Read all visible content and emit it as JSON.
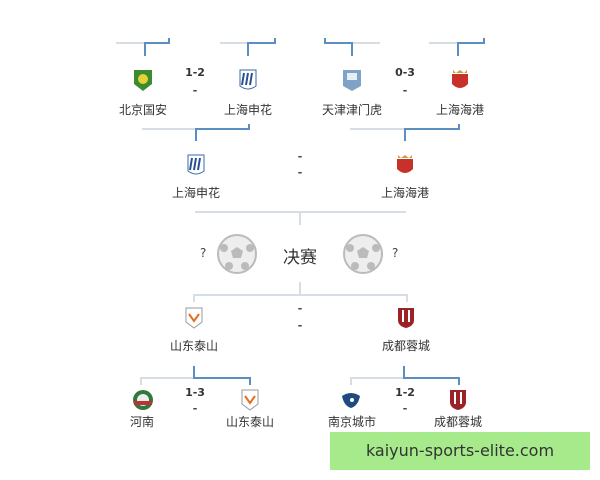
{
  "top_round": {
    "left_match": {
      "home": "北京国安",
      "away": "上海申花",
      "score": "1-2",
      "score2": "-"
    },
    "right_match": {
      "home": "天津津门虎",
      "away": "上海海港",
      "score": "0-3",
      "score2": "-"
    }
  },
  "upper_semi": {
    "home": "上海申花",
    "away": "上海海港",
    "score": "-",
    "score2": "-"
  },
  "final": {
    "label": "决赛",
    "left_team": "?",
    "right_team": "?"
  },
  "lower_semi": {
    "home": "山东泰山",
    "away": "成都蓉城",
    "score": "-",
    "score2": "-"
  },
  "bottom_round": {
    "left_match": {
      "home": "河南",
      "away": "山东泰山",
      "score": "1-3",
      "score2": "-"
    },
    "right_match": {
      "home": "南京城市",
      "away": "成都蓉城",
      "score": "1-2",
      "score2": "-"
    }
  },
  "watermark": "kaiyun-sports-elite.com",
  "colors": {
    "bracket_gray": "#d6dde4",
    "bracket_blue": "#5b8fc4",
    "watermark_bg": "#a6ea8c"
  }
}
